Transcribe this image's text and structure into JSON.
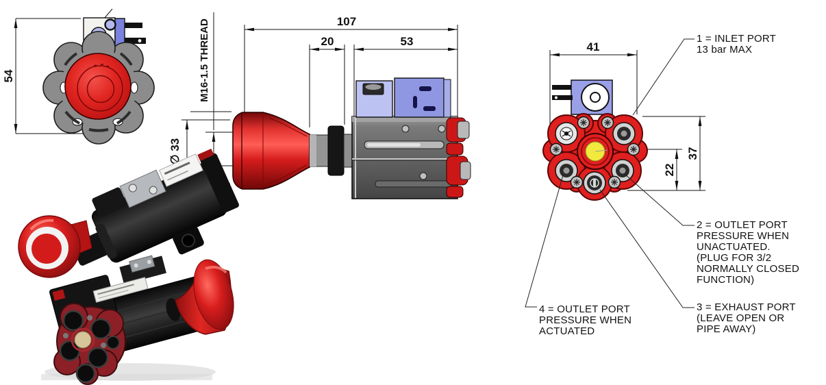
{
  "drawing": {
    "dimensions": {
      "front_height": "54",
      "overall_length": "107",
      "stroke": "20",
      "body_length": "53",
      "thread": "M16-1.5 THREAD",
      "button_diameter": "∅ 33",
      "rear_width": "41",
      "ports_height": "37",
      "ports_offset": "22"
    },
    "labels": {
      "port1": [
        "1 = INLET PORT",
        "13 bar MAX"
      ],
      "port2": [
        "2 = OUTLET PORT",
        "PRESSURE WHEN",
        "UNACTUATED.",
        "(PLUG FOR 3/2",
        "NORMALLY CLOSED",
        "FUNCTION)"
      ],
      "port3": [
        "3 = EXHAUST PORT",
        "(LEAVE OPEN OR",
        "PIPE AWAY)"
      ],
      "port4": [
        "4 = OUTLET PORT",
        "PRESSURE WHEN",
        "ACTUATED"
      ]
    },
    "colors": {
      "button_red": "#d92020",
      "dark_red": "#8c1f26",
      "port_face_red": "#e01f1f",
      "inlet_yellow": "#f1e93e",
      "connector_blue": "#9aa0e8",
      "connector_light_blue": "#bcc2f2",
      "body_gray": "#6e6e6e",
      "flange_gray": "#8c8c8c",
      "line": "#111111"
    }
  }
}
